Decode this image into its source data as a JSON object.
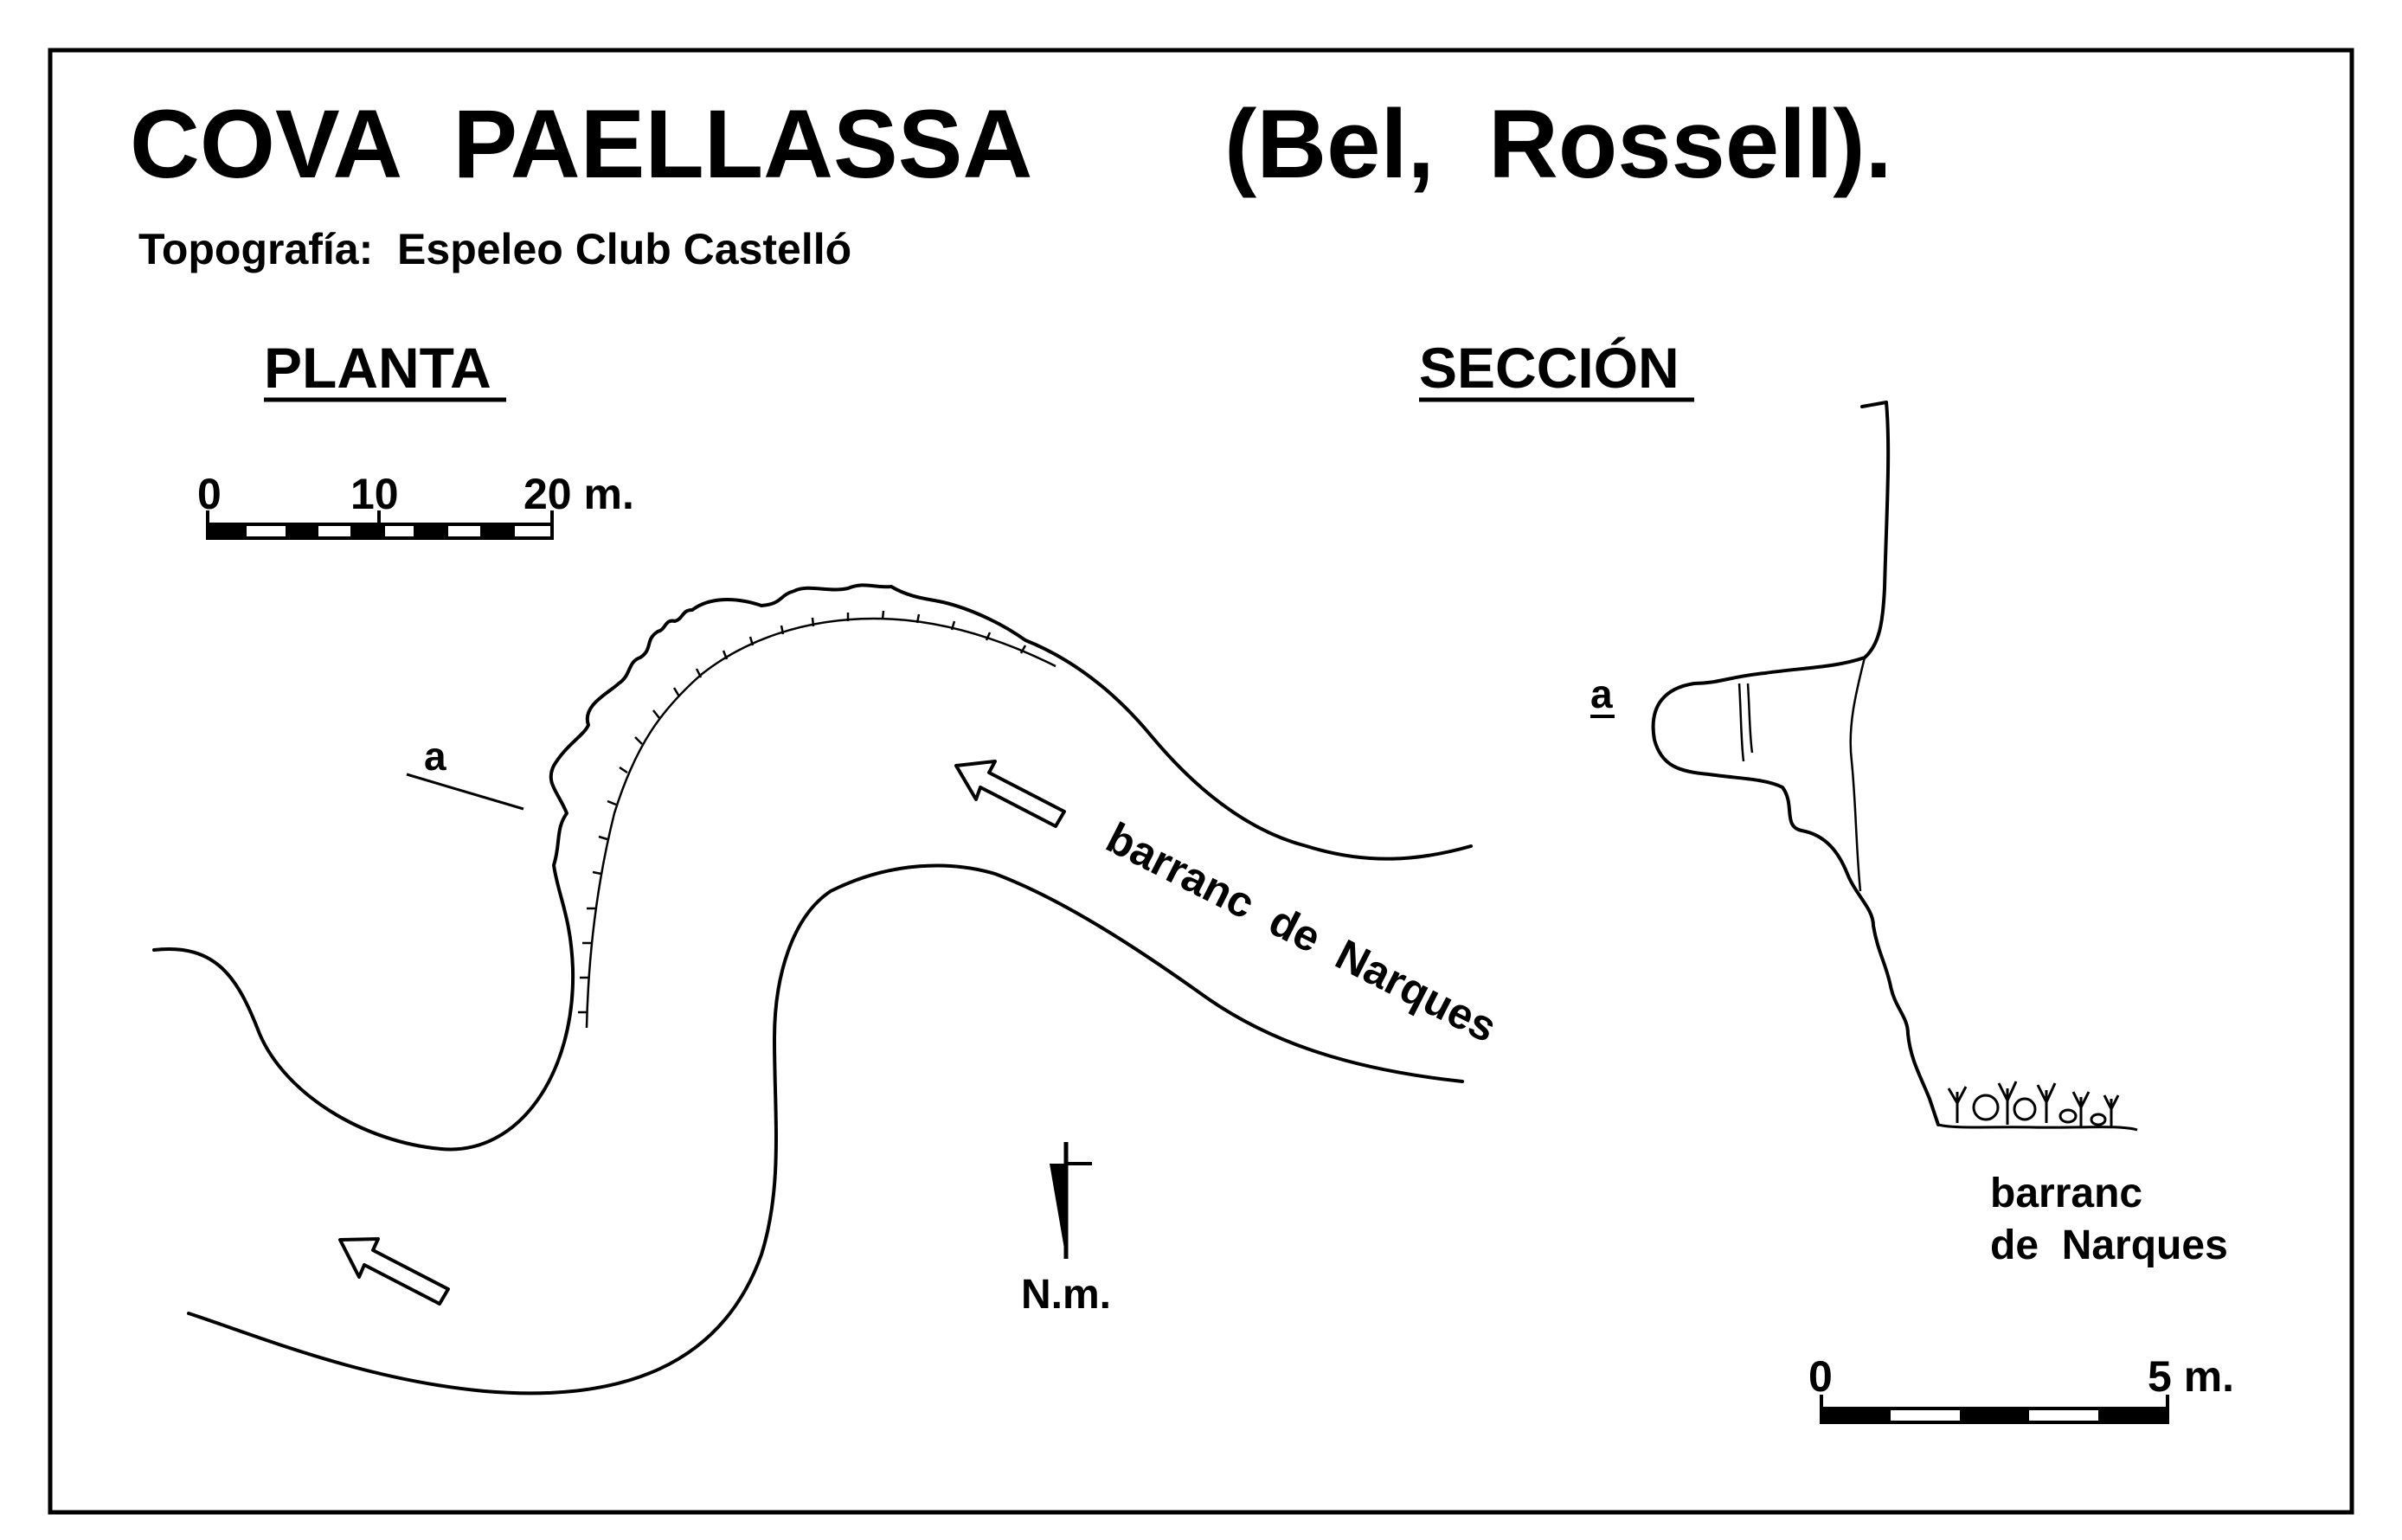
{
  "title": {
    "main": "COVA  PAELLASSA",
    "location": "(Bel,  Rossell)."
  },
  "credit": "Topografía:  Espeleo Club Castelló",
  "plan": {
    "heading": "PLANTA",
    "scale_labels": [
      "0",
      "10",
      "20 m."
    ],
    "point_label": "a",
    "stream_label": "barranc  de  Narques",
    "north_label": "N.m."
  },
  "section": {
    "heading": "SECCIÓN",
    "point_label": "a",
    "stream_label_line1": "barranc",
    "stream_label_line2": "de  Narques",
    "scale_labels": [
      "0",
      "5 m."
    ]
  }
}
